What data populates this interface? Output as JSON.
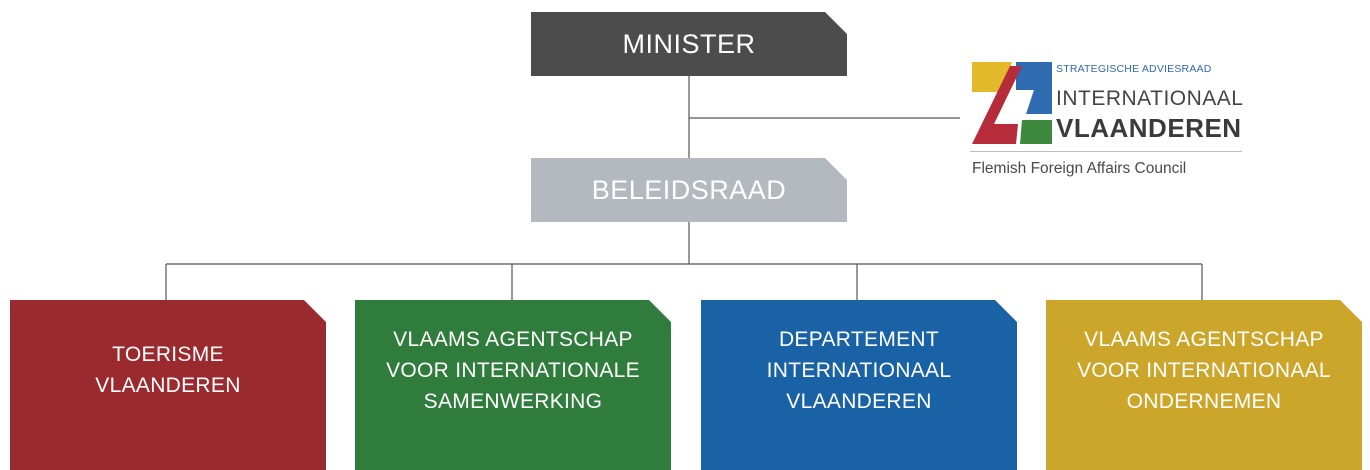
{
  "diagram": {
    "top_node": {
      "label": "MINISTER",
      "color": "#4d4c4d"
    },
    "advisory_node": {
      "label": "BELEIDSRAAD",
      "color": "#b3b9bf"
    },
    "entities": [
      {
        "label": "TOERISME\nVLAANDEREN",
        "color": "#9a2a2e"
      },
      {
        "label": "VLAAMS AGENTSCHAP\nVOOR INTERNATIONALE\nSAMENWERKING",
        "color": "#2f7c3c"
      },
      {
        "label": "DEPARTEMENT\nINTERNATIONAAL\nVLAANDEREN",
        "color": "#1a62a6"
      },
      {
        "label": "VLAAMS AGENTSCHAP\nVOOR INTERNATIONAAL\nONDERNEMEN",
        "color": "#cba62a"
      }
    ],
    "connector_color": "#555555"
  },
  "logo": {
    "line_small": "STRATEGISCHE ADVIESRAAD",
    "line_mid": "INTERNATIONAAL",
    "line_big": "VLAANDEREN",
    "tagline": "Flemish Foreign Affairs Council",
    "colors": {
      "yellow": "#e2b92a",
      "blue": "#2f6bb0",
      "red": "#b62c3a",
      "green": "#3d8a3f"
    }
  }
}
